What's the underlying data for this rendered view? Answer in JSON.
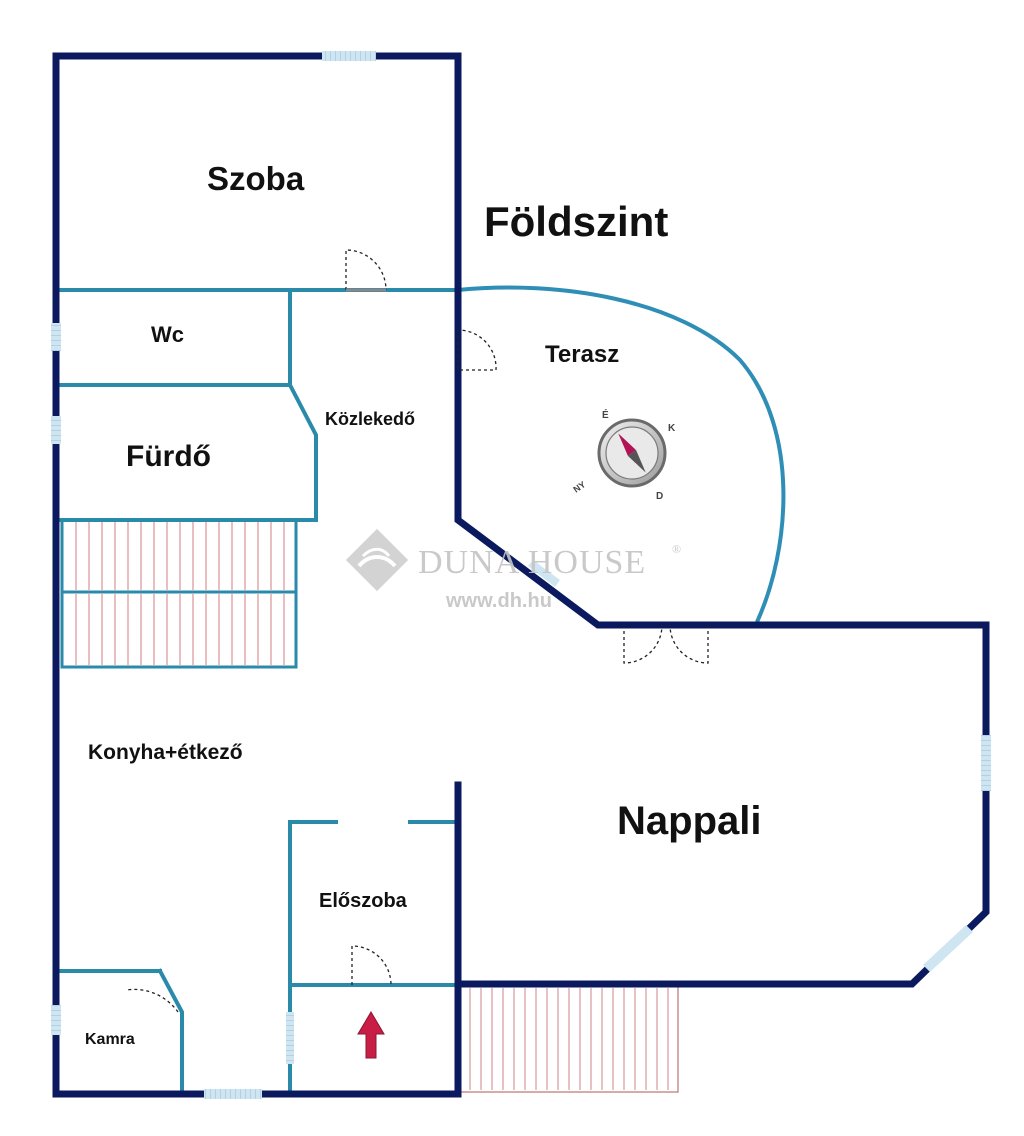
{
  "title": "Földszint",
  "rooms": {
    "szoba": "Szoba",
    "wc": "Wc",
    "furdo": "Fürdő",
    "kozlekedo": "Közlekedő",
    "terasz": "Terasz",
    "konyha": "Konyha+étkező",
    "nappali": "Nappali",
    "eloszoba": "Előszoba",
    "kamra": "Kamra"
  },
  "watermark": {
    "brand": "DUNA HOUSE",
    "registered": "®",
    "url": "www.dh.hu"
  },
  "compass": {
    "north": "É",
    "east": "K",
    "south": "D",
    "west": "NY"
  },
  "colors": {
    "outer_wall": "#0b1a5e",
    "inner_wall": "#2a8aaa",
    "terrace_line": "#2f8eb5",
    "stairs_outline": "#2a8aaa",
    "stairs_lines": "#e8b4b4",
    "entry_arrow": "#c81e46",
    "window": "#b9d8e8"
  }
}
